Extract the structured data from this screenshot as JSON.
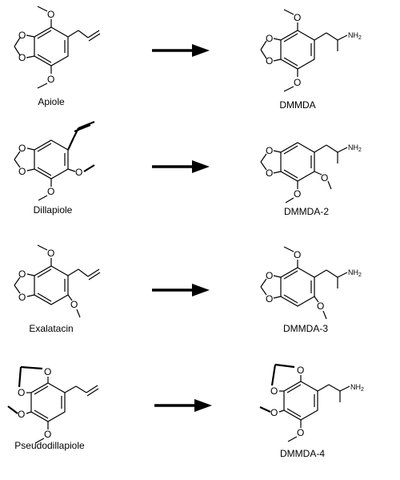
{
  "atoms": {
    "oxygen": "O",
    "amine": "NH",
    "amine_sub": "2"
  },
  "reactions": [
    {
      "reactant": "Apiole",
      "product": "DMMDA"
    },
    {
      "reactant": "Dillapiole",
      "product": "DMMDA-2"
    },
    {
      "reactant": "Exalatacin",
      "product": "DMMDA-3"
    },
    {
      "reactant": "Pseudodillapiole",
      "product": "DMMDA-4"
    }
  ]
}
